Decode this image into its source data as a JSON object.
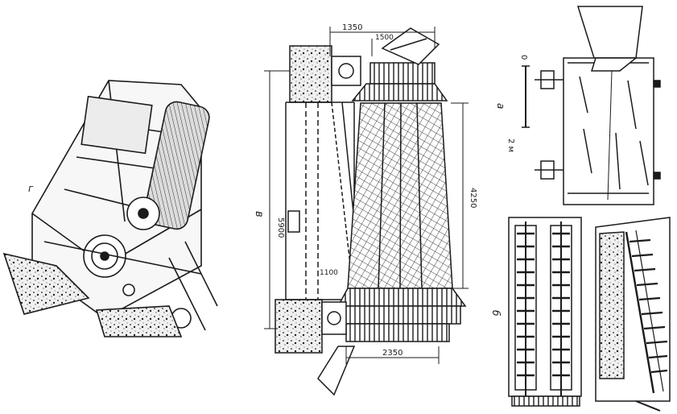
{
  "figure": {
    "ink_color": "#1b1b1b",
    "hatch_color": "#3a3a3a",
    "background": "#ffffff",
    "panels": {
      "left_label": "г",
      "center_label": "в",
      "top_right_label": "а",
      "bottom_right_label": "б"
    },
    "dimensions": {
      "d1350": "1350",
      "d1500": "1500",
      "d5900": "5900",
      "d4250": "4250",
      "d1100": "1100",
      "d2350": "2350"
    },
    "scale": {
      "zero": "0",
      "two_m": "2 м"
    }
  }
}
